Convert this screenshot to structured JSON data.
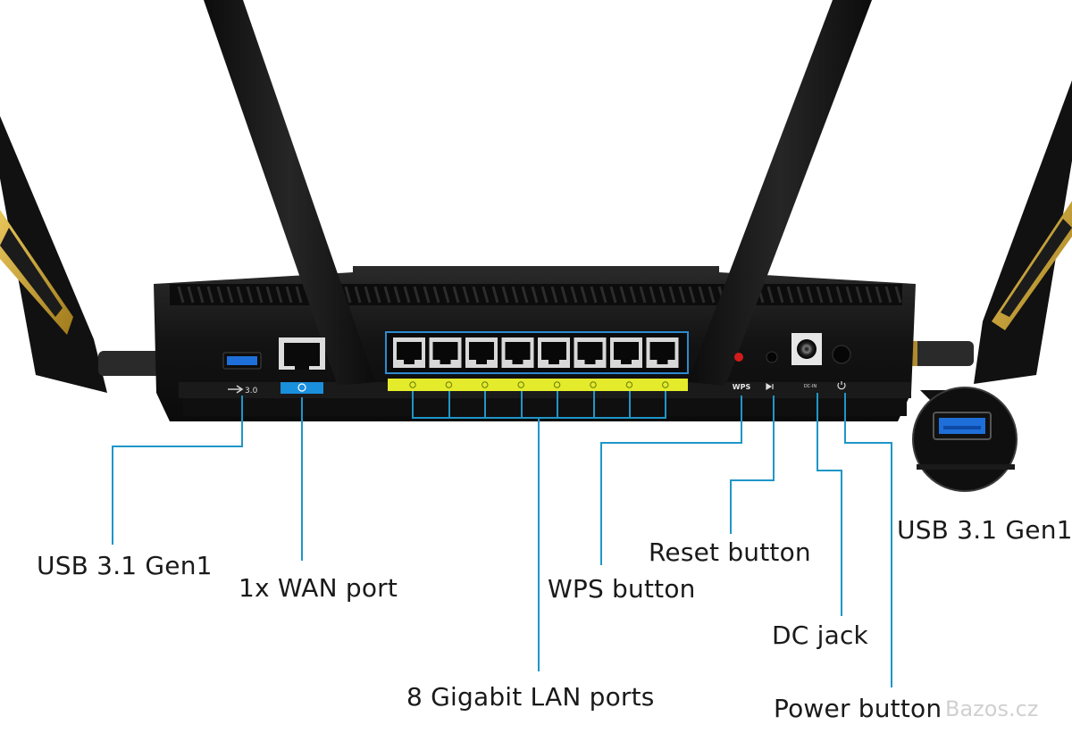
{
  "labels": {
    "usb_left": "USB 3.1 Gen1",
    "wan": "1x WAN port",
    "lan": "8 Gigabit LAN ports",
    "wps": "WPS button",
    "reset": "Reset button",
    "dc": "DC jack",
    "power": "Power button",
    "usb_right": "USB 3.1 Gen1"
  },
  "panel_marks": {
    "usb": "3.0",
    "wps": "WPS",
    "dc": "DC-IN"
  },
  "watermark": "Bazos.cz",
  "colors": {
    "leader_line": "#1f96c8",
    "lan_strip": "#e4eb2a",
    "gold_trim": "#c9a431",
    "body": "#141414",
    "usb_port": "#1e6fd9",
    "reset_red": "#d41b1b"
  },
  "icons": [
    "usb-icon",
    "wan-globe-icon",
    "power-icon",
    "reset-icon"
  ]
}
